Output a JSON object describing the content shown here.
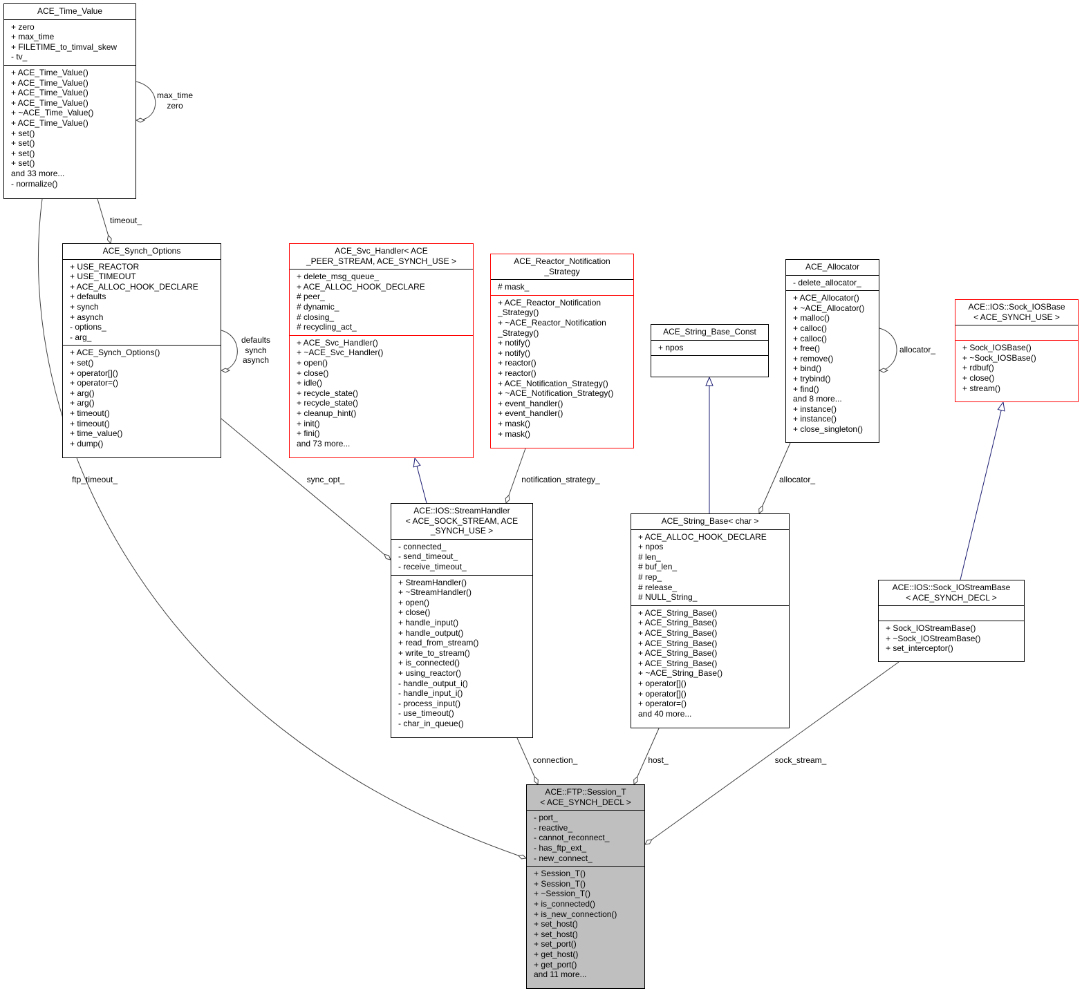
{
  "classes": {
    "time_value": {
      "name": "ACE_Time_Value",
      "attributes": [
        "+ zero",
        "+ max_time",
        "+ FILETIME_to_timval_skew",
        "- tv_"
      ],
      "operations": [
        "+ ACE_Time_Value()",
        "+ ACE_Time_Value()",
        "+ ACE_Time_Value()",
        "+ ACE_Time_Value()",
        "+ ~ACE_Time_Value()",
        "+ ACE_Time_Value()",
        "+ set()",
        "+ set()",
        "+ set()",
        "+ set()",
        "and 33 more...",
        "- normalize()"
      ]
    },
    "synch_options": {
      "name": "ACE_Synch_Options",
      "attributes": [
        "+ USE_REACTOR",
        "+ USE_TIMEOUT",
        "+ ACE_ALLOC_HOOK_DECLARE",
        "+ defaults",
        "+ synch",
        "+ asynch",
        "- options_",
        "- arg_"
      ],
      "operations": [
        "+ ACE_Synch_Options()",
        "+ set()",
        "+ operator[]()",
        "+ operator=()",
        "+ arg()",
        "+ arg()",
        "+ timeout()",
        "+ timeout()",
        "+ time_value()",
        "+ dump()"
      ]
    },
    "svc_handler": {
      "name": [
        "ACE_Svc_Handler< ACE",
        "_PEER_STREAM, ACE_SYNCH_USE >"
      ],
      "attributes": [
        "+ delete_msg_queue_",
        "+ ACE_ALLOC_HOOK_DECLARE",
        "# peer_",
        "# dynamic_",
        "# closing_",
        "# recycling_act_"
      ],
      "operations": [
        "+ ACE_Svc_Handler()",
        "+ ~ACE_Svc_Handler()",
        "+ open()",
        "+ close()",
        "+ idle()",
        "+ recycle_state()",
        "+ recycle_state()",
        "+ cleanup_hint()",
        "+ init()",
        "+ fini()",
        "and 73 more..."
      ]
    },
    "notification_strategy": {
      "name": [
        "ACE_Reactor_Notification",
        "_Strategy"
      ],
      "attributes": [
        "# mask_"
      ],
      "operations": [
        "+ ACE_Reactor_Notification",
        "_Strategy()",
        "+ ~ACE_Reactor_Notification",
        "_Strategy()",
        "+ notify()",
        "+ notify()",
        "+ reactor()",
        "+ reactor()",
        "+ ACE_Notification_Strategy()",
        "+ ~ACE_Notification_Strategy()",
        "+ event_handler()",
        "+ event_handler()",
        "+ mask()",
        "+ mask()"
      ]
    },
    "string_base_const": {
      "name": "ACE_String_Base_Const",
      "attributes": [
        "+ npos"
      ],
      "operations": []
    },
    "allocator": {
      "name": "ACE_Allocator",
      "attributes": [
        "- delete_allocator_"
      ],
      "operations": [
        "+ ACE_Allocator()",
        "+ ~ACE_Allocator()",
        "+ malloc()",
        "+ calloc()",
        "+ calloc()",
        "+ free()",
        "+ remove()",
        "+ bind()",
        "+ trybind()",
        "+ find()",
        "and 8 more...",
        "+ instance()",
        "+ instance()",
        "+ close_singleton()"
      ]
    },
    "sock_iosbase": {
      "name": [
        "ACE::IOS::Sock_IOSBase",
        "< ACE_SYNCH_USE >"
      ],
      "attributes": [],
      "operations": [
        "+ Sock_IOSBase()",
        "+ ~Sock_IOSBase()",
        "+ rdbuf()",
        "+ close()",
        "+ stream()"
      ]
    },
    "stream_handler": {
      "name": [
        "ACE::IOS::StreamHandler",
        "< ACE_SOCK_STREAM, ACE",
        "_SYNCH_USE >"
      ],
      "attributes": [
        "- connected_",
        "- send_timeout_",
        "- receive_timeout_"
      ],
      "operations": [
        "+ StreamHandler()",
        "+ ~StreamHandler()",
        "+ open()",
        "+ close()",
        "+ handle_input()",
        "+ handle_output()",
        "+ read_from_stream()",
        "+ write_to_stream()",
        "+ is_connected()",
        "+ using_reactor()",
        "- handle_output_i()",
        "- handle_input_i()",
        "- process_input()",
        "- use_timeout()",
        "- char_in_queue()"
      ]
    },
    "string_base": {
      "name": "ACE_String_Base< char >",
      "attributes": [
        "+ ACE_ALLOC_HOOK_DECLARE",
        "+ npos",
        "# len_",
        "# buf_len_",
        "# rep_",
        "# release_",
        "# NULL_String_"
      ],
      "operations": [
        "+ ACE_String_Base()",
        "+ ACE_String_Base()",
        "+ ACE_String_Base()",
        "+ ACE_String_Base()",
        "+ ACE_String_Base()",
        "+ ACE_String_Base()",
        "+ ~ACE_String_Base()",
        "+ operator[]()",
        "+ operator[]()",
        "+ operator=()",
        "and 40 more..."
      ]
    },
    "sock_iostreambase": {
      "name": [
        "ACE::IOS::Sock_IOStreamBase",
        "< ACE_SYNCH_DECL >"
      ],
      "attributes": [],
      "operations": [
        "+ Sock_IOStreamBase()",
        "+ ~Sock_IOStreamBase()",
        "+ set_interceptor()"
      ]
    },
    "session": {
      "name": [
        "ACE::FTP::Session_T",
        "< ACE_SYNCH_DECL >"
      ],
      "attributes": [
        "- port_",
        "- reactive_",
        "- cannot_reconnect_",
        "- has_ftp_ext_",
        "- new_connect_"
      ],
      "operations": [
        "+ Session_T()",
        "+ Session_T()",
        "+ ~Session_T()",
        "+ is_connected()",
        "+ is_new_connection()",
        "+ set_host()",
        "+ set_host()",
        "+ set_port()",
        "+ get_host()",
        "+ get_port()",
        "and 11 more..."
      ]
    }
  },
  "edge_labels": {
    "self_time_value": [
      "max_time",
      "zero"
    ],
    "timeout": "timeout_",
    "self_synch_options": [
      "defaults",
      "synch",
      "asynch"
    ],
    "ftp_timeout": "ftp_timeout_",
    "sync_opt": "sync_opt_",
    "notification_strategy": "notification_strategy_",
    "self_allocator": "allocator_",
    "allocator": "allocator_",
    "connection": "connection_",
    "host": "host_",
    "sock_stream": "sock_stream_"
  },
  "colors": {
    "association": "#404040",
    "inheritance": "#191970",
    "incomplete_border": "#ff0000",
    "focus_fill": "#bfbfbf"
  }
}
